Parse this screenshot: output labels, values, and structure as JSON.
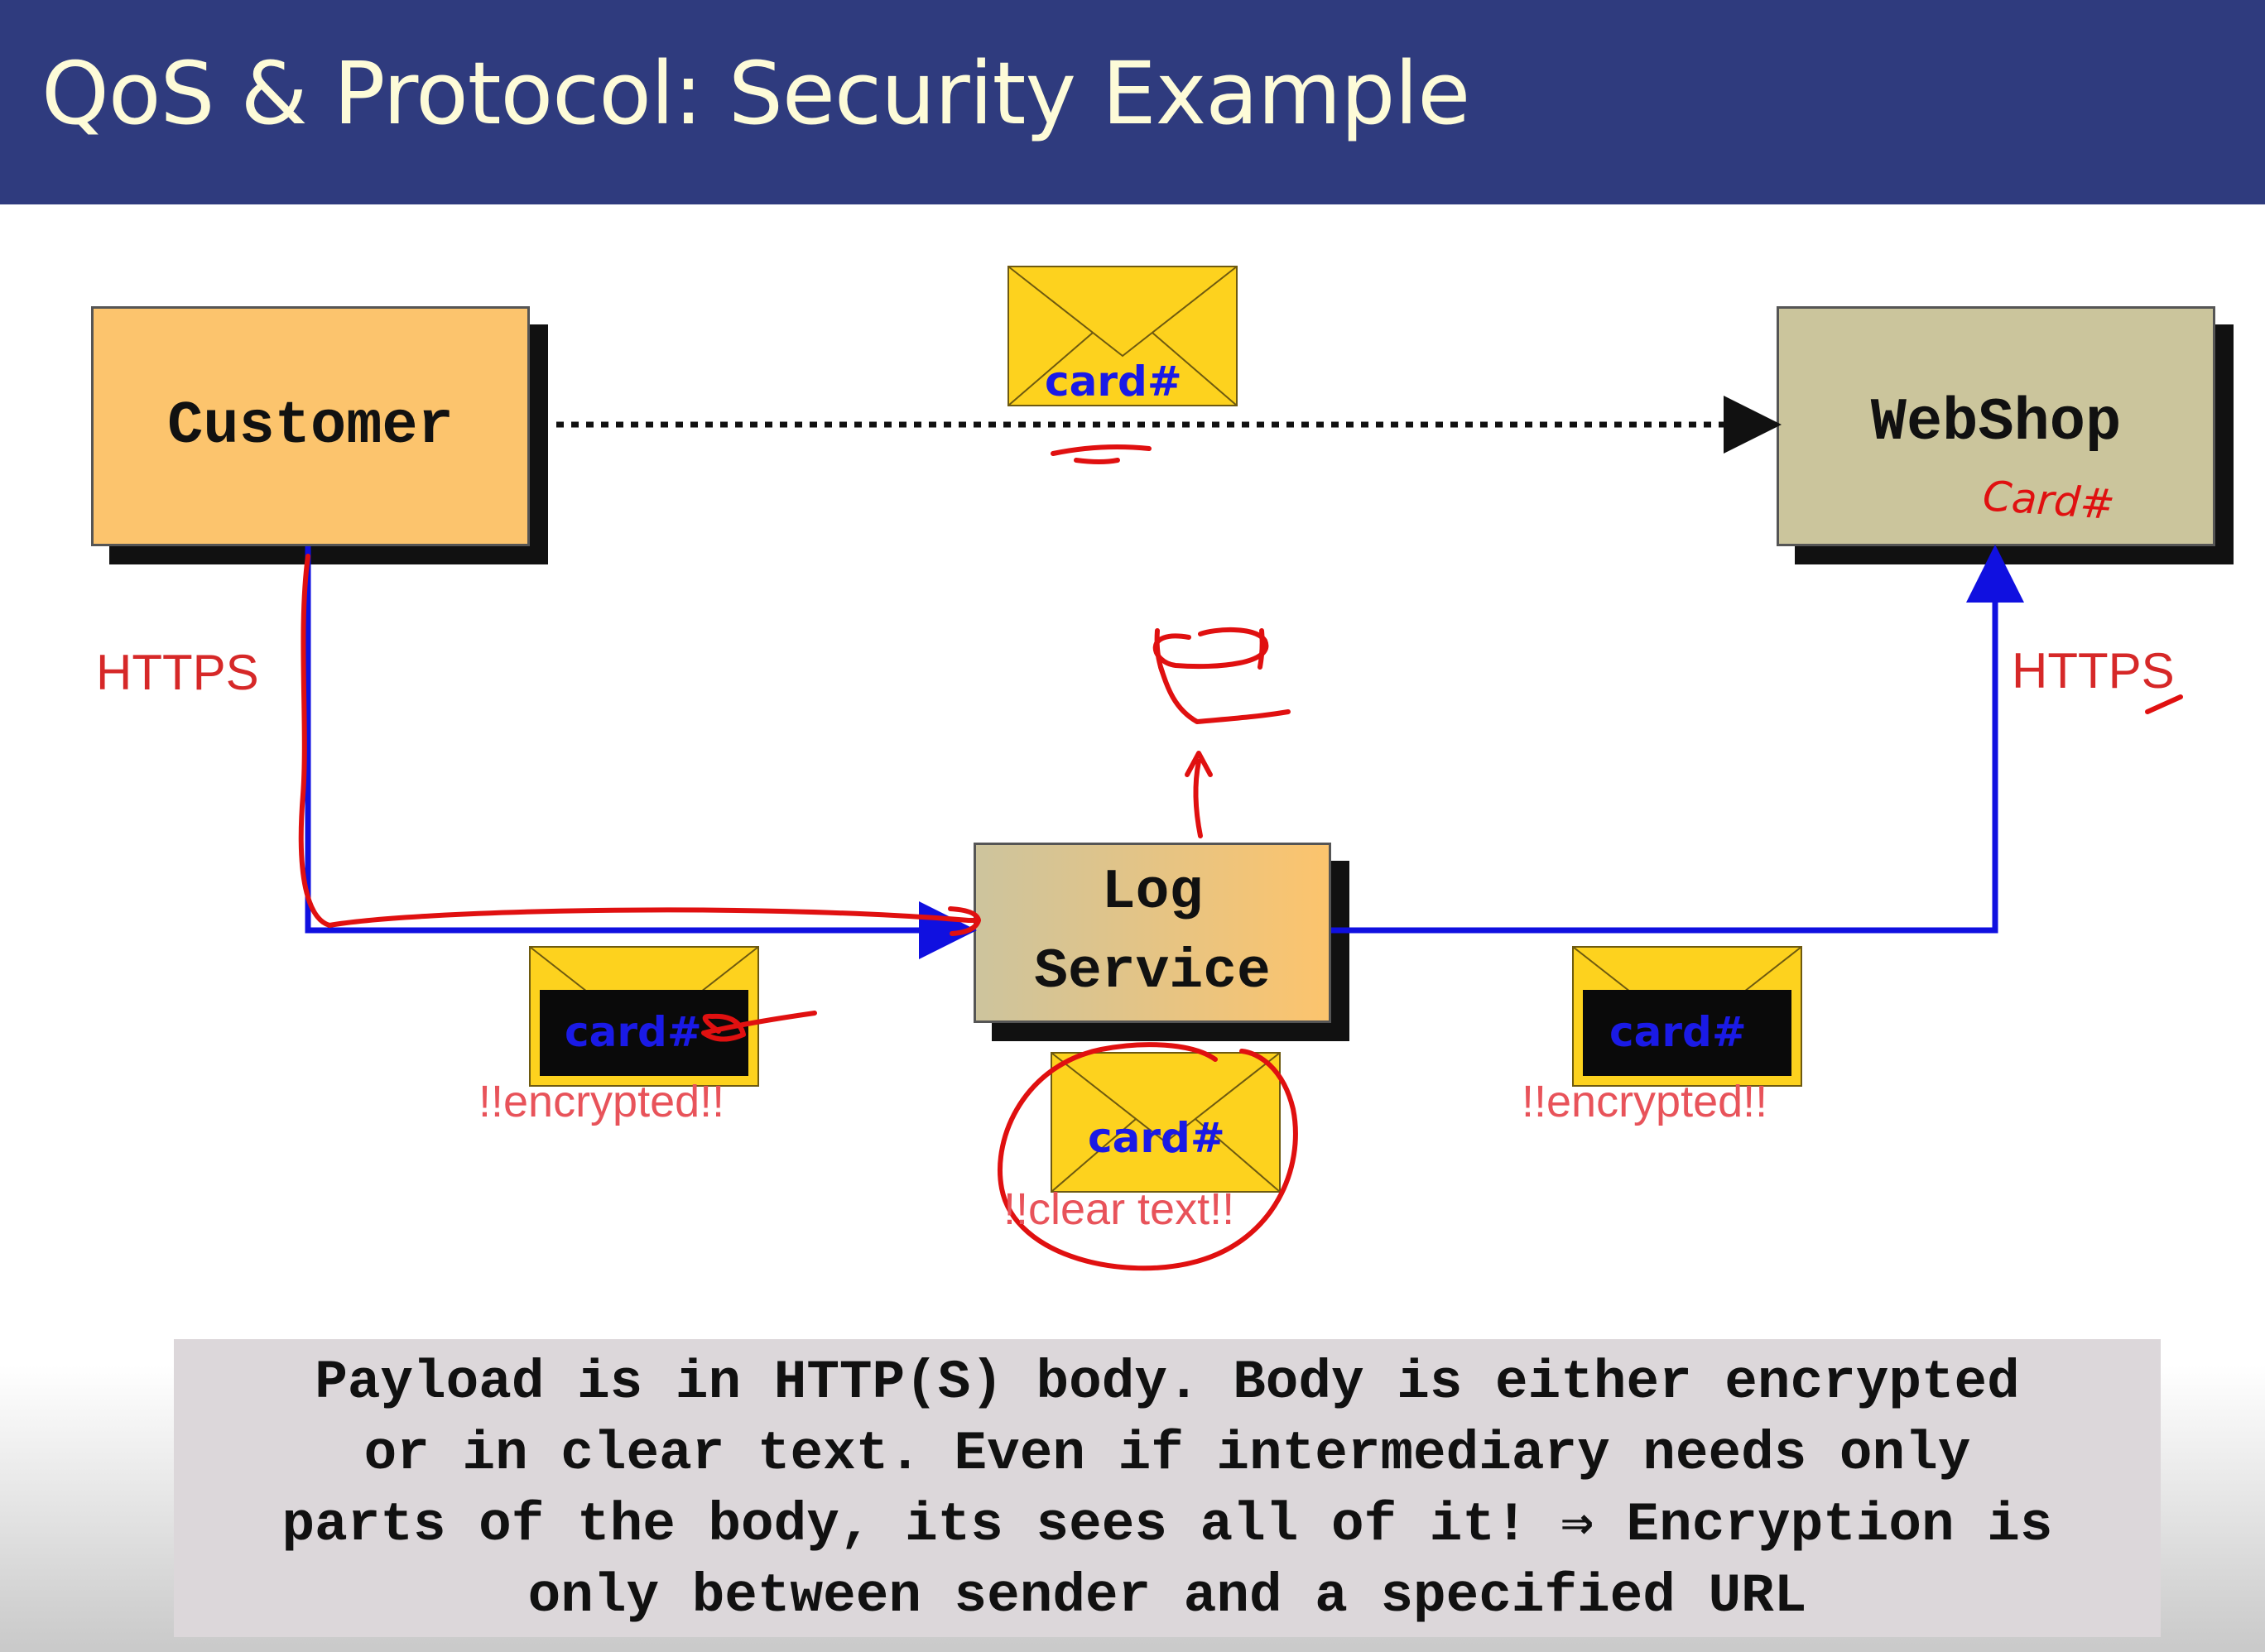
{
  "slide": {
    "title": "QoS & Protocol: Security Example"
  },
  "nodes": {
    "customer": "Customer",
    "webshop": "WebShop",
    "log_service_line1": "Log",
    "log_service_line2": "Service"
  },
  "edges": {
    "left_protocol": "HTTPS",
    "right_protocol": "HTTPS"
  },
  "envelopes": {
    "top": {
      "label": "card#"
    },
    "left": {
      "label": "card#",
      "note": "!!encrypted!!"
    },
    "middle": {
      "label": "card#",
      "note": "!!clear text!!"
    },
    "right": {
      "label": "card#",
      "note": "!!encrypted!!"
    }
  },
  "annotations": {
    "handwritten_webshop": "Card#"
  },
  "caption": {
    "lines": [
      "Payload is in HTTP(S) body. Body is either encrypted",
      "or in clear text. Even if intermediary needs only",
      "parts of the body, its sees all of it! ⇒ Encryption is",
      "only between sender and a specified URL"
    ]
  },
  "colors": {
    "title_bar": "#2f3b7e",
    "customer_box": "#fcc46d",
    "webshop_box": "#cbc59c",
    "envelope": "#fdd21e",
    "link_line": "#1010e0",
    "ink": "#e01010"
  }
}
